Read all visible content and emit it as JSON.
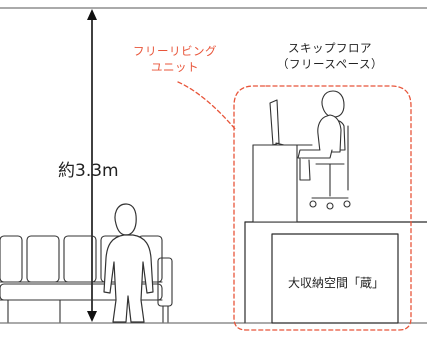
{
  "height_dimension": {
    "label": "約3.3m"
  },
  "free_living_unit": {
    "line1": "フリーリビング",
    "line2": "ユニット"
  },
  "skip_floor": {
    "line1": "スキップフロア",
    "line2": "（フリースペース）"
  },
  "storage": {
    "label": "大収納空間「蔵」"
  },
  "colors": {
    "accent": "#e8553a",
    "line": "#2b2b2b",
    "bg": "#ffffff"
  }
}
